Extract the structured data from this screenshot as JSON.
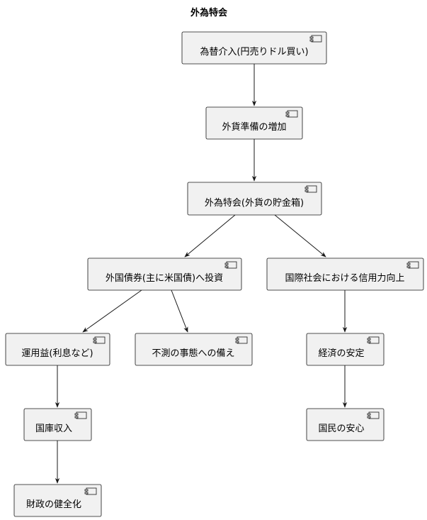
{
  "title": "外為特会",
  "nodes": {
    "intervention": "為替介入(円売りドル買い)",
    "reserves_increase": "外貨準備の増加",
    "fx_special_account": "外為特会(外貨の貯金箱)",
    "investment": "外国債券(主に米国債)へ投資",
    "credibility": "国際社会における信用力向上",
    "investment_income": "運用益(利息など)",
    "contingency": "不測の事態への備え",
    "economic_stability": "経済の安定",
    "treasury_revenue": "国庫収入",
    "public_reassurance": "国民の安心",
    "fiscal_health": "財政の健全化"
  },
  "icons": {
    "node_icon": "component-icon"
  }
}
